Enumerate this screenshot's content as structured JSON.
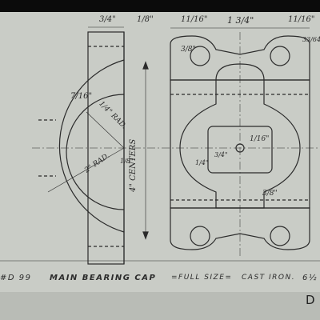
{
  "title_block": {
    "drawing_number": "#D 99",
    "part_name": "MAIN BEARING CAP",
    "scale": "=FULL SIZE=",
    "material": "CAST IRON.",
    "sheet_code": "6½"
  },
  "stamp": "D",
  "dimensions": {
    "flange_width": "3/4\"",
    "flange_thickness": "1/8\"",
    "top_left_offset": "11/16\"",
    "top_center_span": "1 3/4\"",
    "top_right_offset": "11/16\"",
    "hole_left": "3/8\"",
    "hole_right": "33/64\"",
    "inner_radius_label": "1/4\" RAD.",
    "outer_radius_label": "2\" RAD.",
    "wall_label": "7/16\"",
    "small_thickness": "1/8\"",
    "centers_label": "4\" CENTERS",
    "boss_height": "1/16\"",
    "boss_inner": "1/4\"",
    "boss_small": "3/4\"",
    "lower_flange": "3/8\""
  },
  "colors": {
    "paper": "#c9ccc6",
    "ink": "#2b2b2b",
    "border": "#0b0b0b"
  }
}
